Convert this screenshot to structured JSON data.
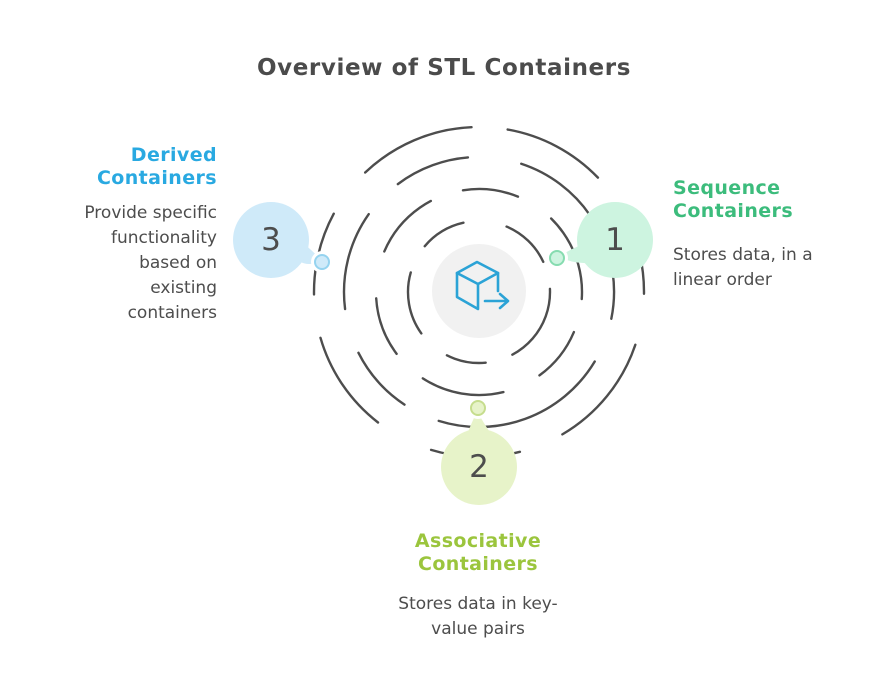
{
  "title": "Overview of STL Containers",
  "center": {
    "icon": "cube-arrow-icon",
    "circle_fill": "#f1f1f1",
    "icon_color": "#2ba3d6"
  },
  "orbit_color": "#4d4d4d",
  "nodes": [
    {
      "number": "1",
      "position": "right",
      "accent_color": "#3cbc7c",
      "bubble_fill": "#cdf4e0",
      "label_lines": [
        "Sequence",
        "Containers"
      ],
      "desc_lines": [
        "Stores data, in a",
        "linear order"
      ]
    },
    {
      "number": "2",
      "position": "bottom",
      "accent_color": "#9bc53d",
      "bubble_fill": "#e7f3c9",
      "label_lines": [
        "Associative",
        "Containers"
      ],
      "desc_lines": [
        "Stores data in key-",
        "value pairs"
      ]
    },
    {
      "number": "3",
      "position": "left",
      "accent_color": "#29a9e1",
      "bubble_fill": "#cfeaf9",
      "label_lines": [
        "Derived",
        "Containers"
      ],
      "desc_lines": [
        "Provide specific",
        "functionality",
        "based on",
        "existing",
        "containers"
      ]
    }
  ]
}
